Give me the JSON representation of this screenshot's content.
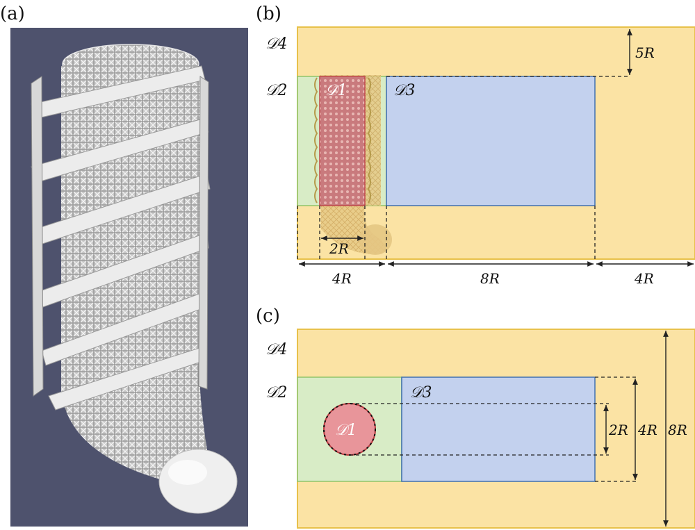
{
  "panels": {
    "a": {
      "label": "(a)"
    },
    "b": {
      "label": "(b)",
      "domains": {
        "d1": "𝒟1",
        "d2": "𝒟2",
        "d3": "𝒟3",
        "d4": "𝒟4"
      },
      "dims": {
        "top_gap": "5R",
        "diameter": "2R",
        "left": "4R",
        "middle": "8R",
        "right": "4R"
      }
    },
    "c": {
      "label": "(c)",
      "domains": {
        "d1": "𝒟1",
        "d2": "𝒟2",
        "d3": "𝒟3",
        "d4": "𝒟4"
      },
      "dims": {
        "diameter": "2R",
        "inner_height": "4R",
        "outer_height": "8R"
      }
    }
  },
  "colors": {
    "outer_domain": "#fbe3a4",
    "outer_border": "#e8c14a",
    "near_domain": "#d8ecc6",
    "near_border": "#8fc46a",
    "wake_domain": "#c3d1ee",
    "wake_border": "#3f6fb0",
    "body_domain": "#d9878a",
    "panel_a_background": "#4e526d"
  }
}
